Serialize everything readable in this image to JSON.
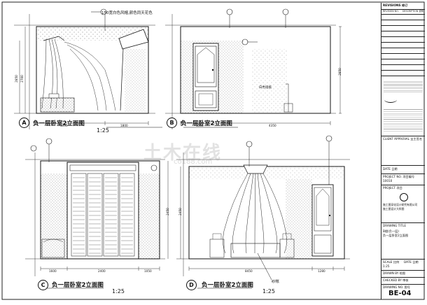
{
  "views": [
    {
      "letter": "A",
      "title": "负一层卧室2立面图",
      "scale": "1:25"
    },
    {
      "letter": "B",
      "title": "负一层卧室2立面图",
      "scale": ""
    },
    {
      "letter": "C",
      "title": "负一层卧室2立面图",
      "scale": "1:25"
    },
    {
      "letter": "D",
      "title": "负一层卧室2立面图",
      "scale": "1:25"
    }
  ],
  "notes": {
    "a_top": "150宽白色风帽,颜色同天花色",
    "d_bottom": "纱帐",
    "b_wall": "白色墙纸"
  },
  "dims": {
    "a": [
      "1000",
      "1800",
      "2850",
      "2700"
    ],
    "b": [
      "1500",
      "4350",
      "2850"
    ],
    "c": [
      "1600",
      "2400",
      "1050",
      "2450"
    ],
    "d": [
      "8450",
      "2450",
      "1280"
    ]
  },
  "watermark": {
    "main": "土木在线",
    "sub": "co188.com"
  },
  "title_block": {
    "revisions": "REVISIONS 修订",
    "revision_no": "REVISION NO.",
    "description": "DESCRIPTION 说明",
    "client_approval": "CLIENT APPROVAL 业主签名",
    "date": "DATE 日期",
    "project_no_label": "PROJECT NO. 项目编号",
    "project_no": "10010",
    "project_label": "PROJECT 项目",
    "company": "施工图深化设计研究有限公司",
    "company2": "施工图设计大样图",
    "drawing_title_label": "DRAWING TITLE",
    "drawing_title1": "B楼(负一层)",
    "drawing_title2": "负一层卧室2立面图",
    "scale_label": "SCALE 比例",
    "scale": "1:25",
    "date_label": "DATE 日期",
    "drawn_by": "DRAWN BY 绘图",
    "checked_by": "CHECKED BY 审核",
    "drawing_no_label": "DRAWING NO. 图号",
    "drawing_no": "BE-04"
  }
}
